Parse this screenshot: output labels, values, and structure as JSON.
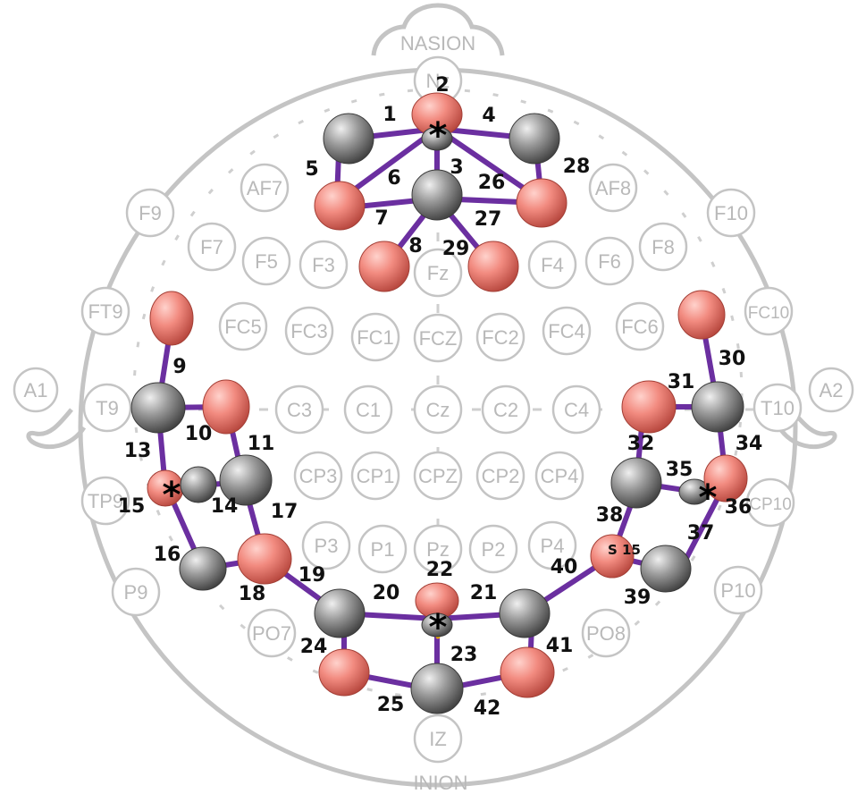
{
  "head": {
    "nasion_label": "NASION",
    "inion_label": "INION",
    "left_ear_label": "A1",
    "right_ear_label": "A2"
  },
  "electrodes": [
    "Nz",
    "AF7",
    "AF8",
    "F9",
    "F7",
    "F5",
    "F3",
    "Fz",
    "F4",
    "F6",
    "F8",
    "F10",
    "FT9",
    "FC5",
    "FC3",
    "FC1",
    "FCZ",
    "FC2",
    "FC4",
    "FC6",
    "FC10",
    "T9",
    "C3",
    "C1",
    "Cz",
    "C2",
    "C4",
    "T10",
    "TP9",
    "CP3",
    "CP1",
    "CPZ",
    "CP2",
    "CP4",
    "CP10",
    "P9",
    "P3",
    "P1",
    "Pz",
    "P2",
    "P4",
    "P10",
    "PO7",
    "PO8",
    "IZ"
  ],
  "channel_numbers": [
    "1",
    "2",
    "3",
    "4",
    "5",
    "6",
    "7",
    "8",
    "26",
    "27",
    "28",
    "29",
    "9",
    "10",
    "11",
    "13",
    "14",
    "15",
    "16",
    "17",
    "18",
    "19",
    "20",
    "21",
    "22",
    "23",
    "24",
    "25",
    "40",
    "41",
    "42",
    "30",
    "31",
    "32",
    "34",
    "35",
    "36",
    "37",
    "38",
    "39"
  ],
  "short_channel_label": "S 15",
  "short_channel_marker": "*",
  "colors": {
    "source": "#f28b80",
    "detector": "#909090",
    "channel_line": "#6b2fa0",
    "short_separation": "#f5b400",
    "landmark": "#c4c4c4"
  }
}
